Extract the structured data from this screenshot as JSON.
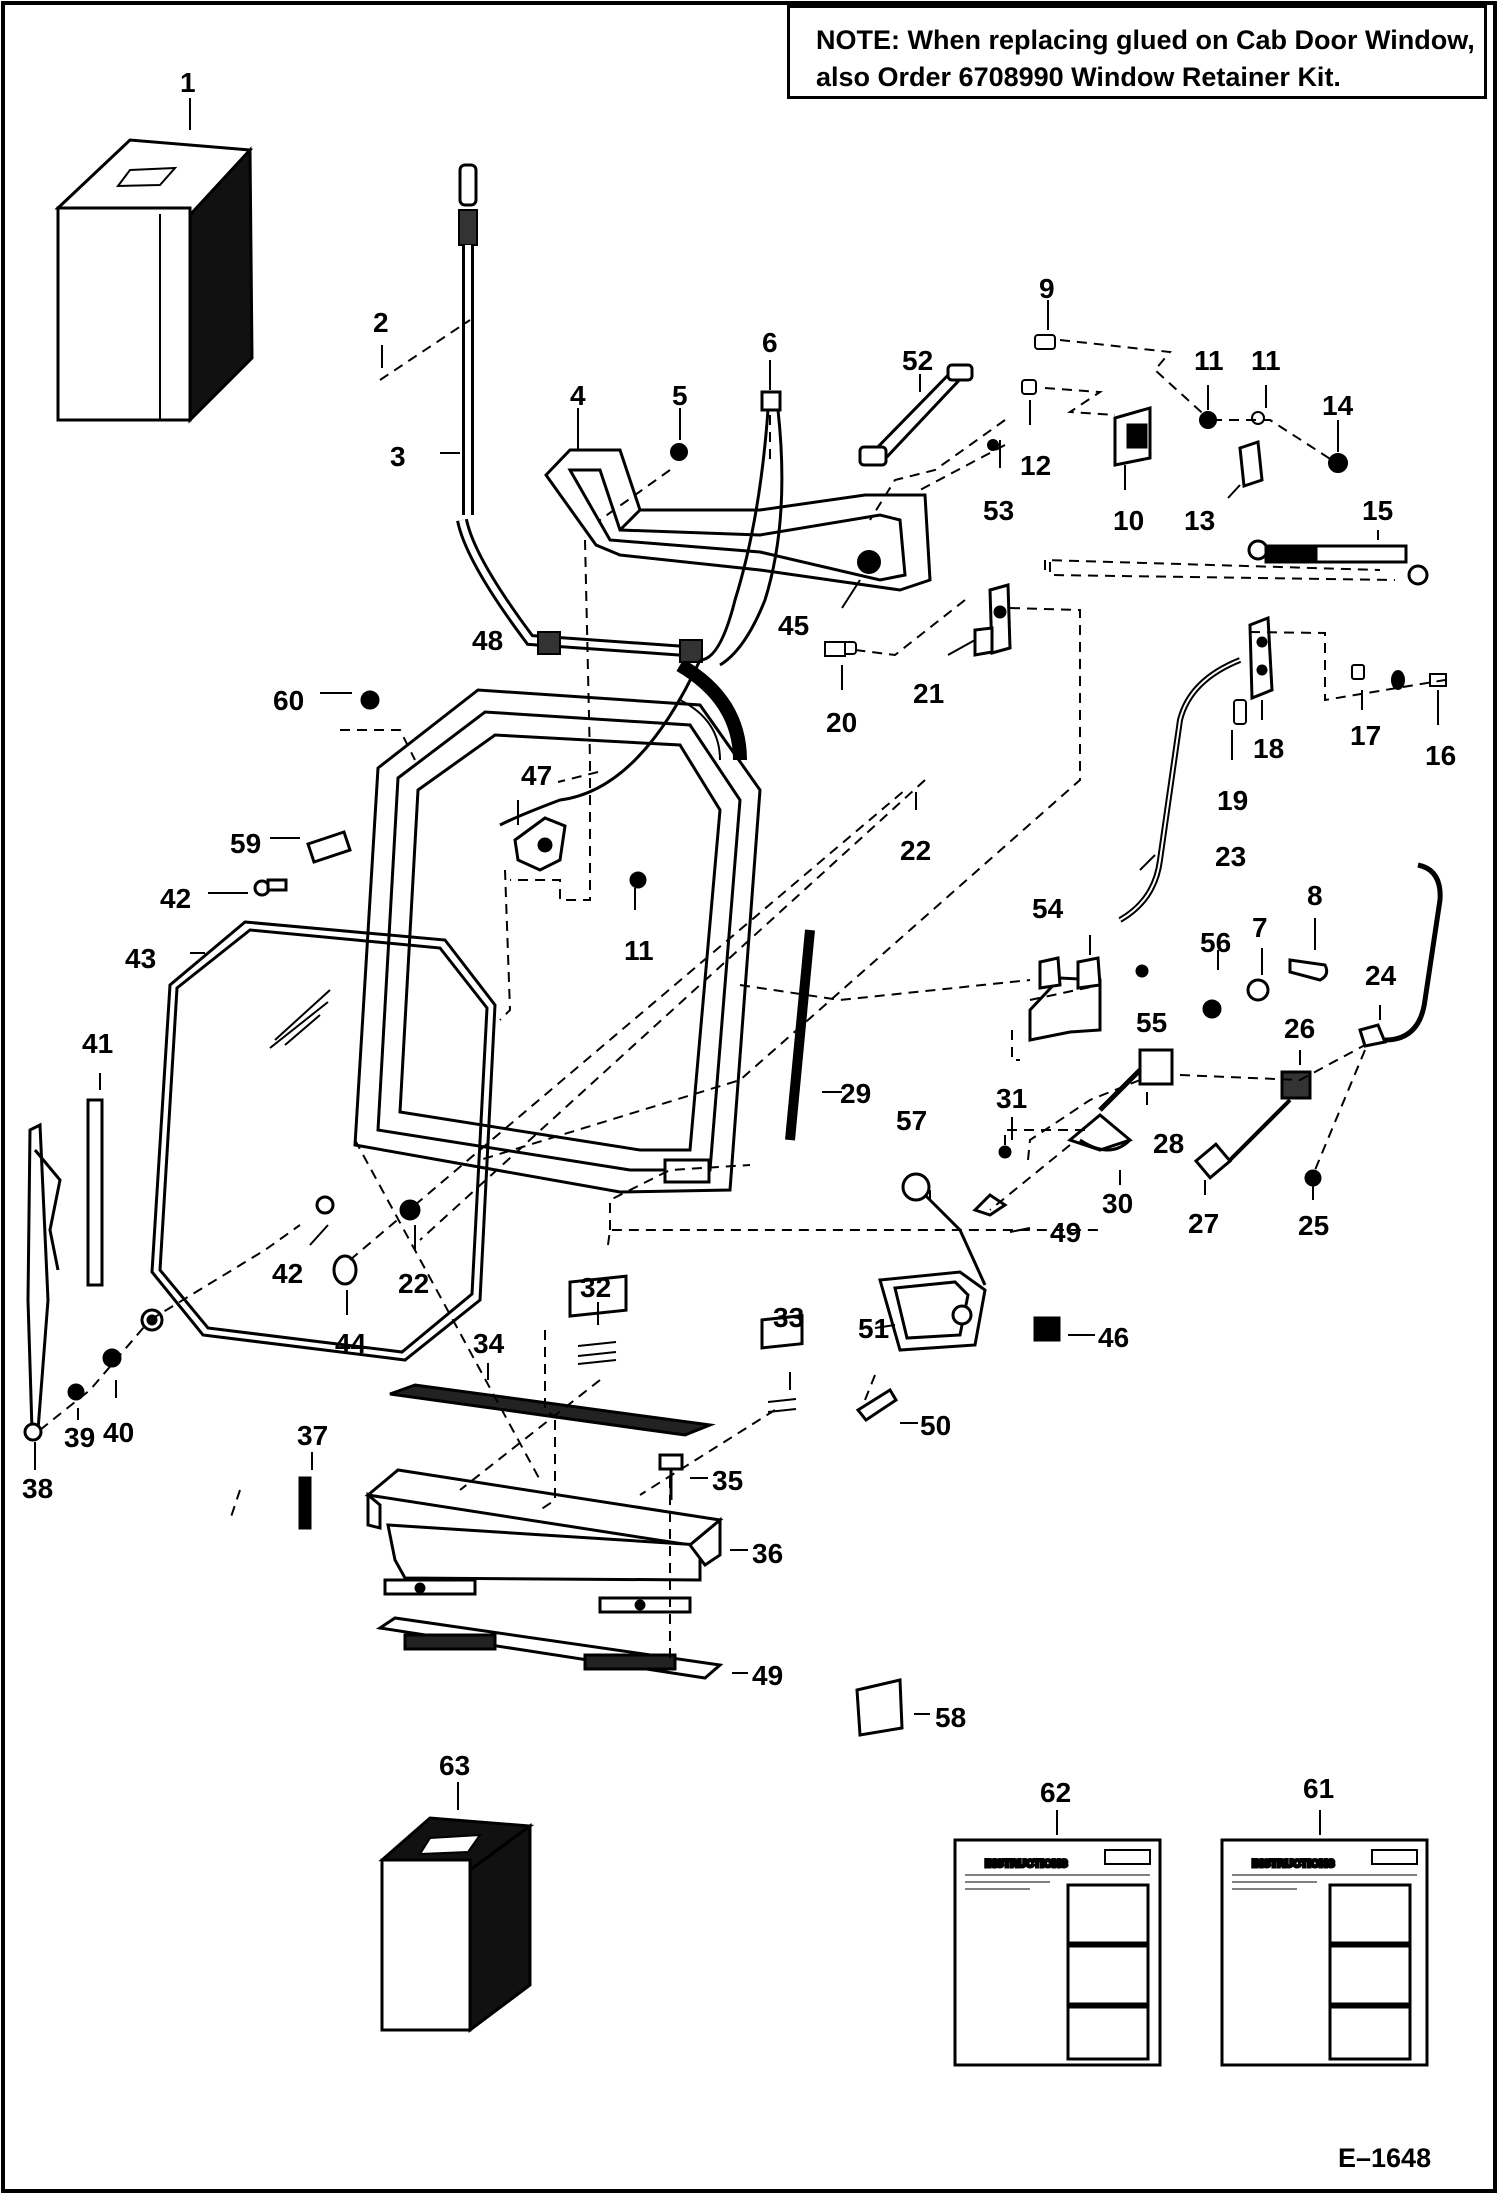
{
  "note": {
    "label": "NOTE:",
    "line1": "When replacing glued on Cab Door Window,",
    "line2": "also Order 6708990 Window Retainer Kit."
  },
  "figure_id": "E–1648",
  "instruction_sheet_heading": "INSTRUCTIONS",
  "callouts": {
    "c1": "1",
    "c2": "2",
    "c3": "3",
    "c4": "4",
    "c5": "5",
    "c6": "6",
    "c7": "7",
    "c8": "8",
    "c9": "9",
    "c10": "10",
    "c11a": "11",
    "c11b": "11",
    "c11c": "11",
    "c12": "12",
    "c13": "13",
    "c14": "14",
    "c15": "15",
    "c16": "16",
    "c17": "17",
    "c18": "18",
    "c19": "19",
    "c20": "20",
    "c21": "21",
    "c22a": "22",
    "c22b": "22",
    "c23": "23",
    "c24": "24",
    "c25": "25",
    "c26": "26",
    "c27": "27",
    "c28": "28",
    "c29": "29",
    "c30": "30",
    "c31": "31",
    "c32": "32",
    "c33": "33",
    "c34": "34",
    "c35": "35",
    "c36": "36",
    "c37": "37",
    "c38": "38",
    "c39": "39",
    "c40": "40",
    "c41": "41",
    "c42a": "42",
    "c42b": "42",
    "c43": "43",
    "c44": "44",
    "c45": "45",
    "c46": "46",
    "c47": "47",
    "c48": "48",
    "c49a": "49",
    "c49b": "49",
    "c50": "50",
    "c51": "51",
    "c52": "52",
    "c53": "53",
    "c54": "54",
    "c55": "55",
    "c56": "56",
    "c57": "57",
    "c58": "58",
    "c59": "59",
    "c60": "60",
    "c61": "61",
    "c62": "62",
    "c63": "63"
  }
}
